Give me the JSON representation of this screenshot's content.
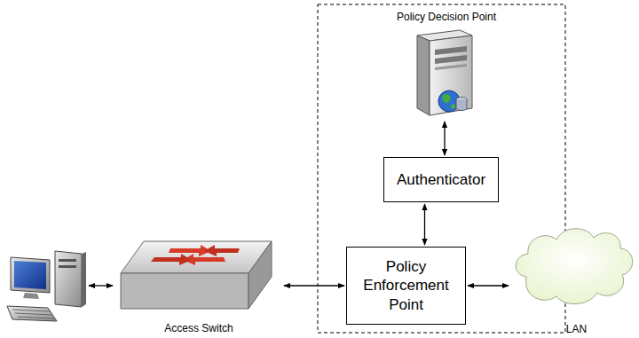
{
  "diagram": {
    "nodes": [
      {
        "text": [
          "Policy Decision Point"
        ]
      },
      {
        "text": [
          "Authenticator"
        ]
      },
      {
        "text": [
          "Policy Enforcement Point"
        ]
      },
      {
        "text": [
          "Access Switch"
        ]
      },
      {
        "text": [
          "LAN"
        ]
      }
    ],
    "edges": [
      {
        "from": 0,
        "to": 1,
        "arrow": "both"
      },
      {
        "from": 1,
        "to": 2,
        "arrow": "both"
      },
      {
        "from": 3,
        "to": 2,
        "arrow": "both"
      },
      {
        "from": 2,
        "to": 4,
        "arrow": "both"
      }
    ]
  }
}
